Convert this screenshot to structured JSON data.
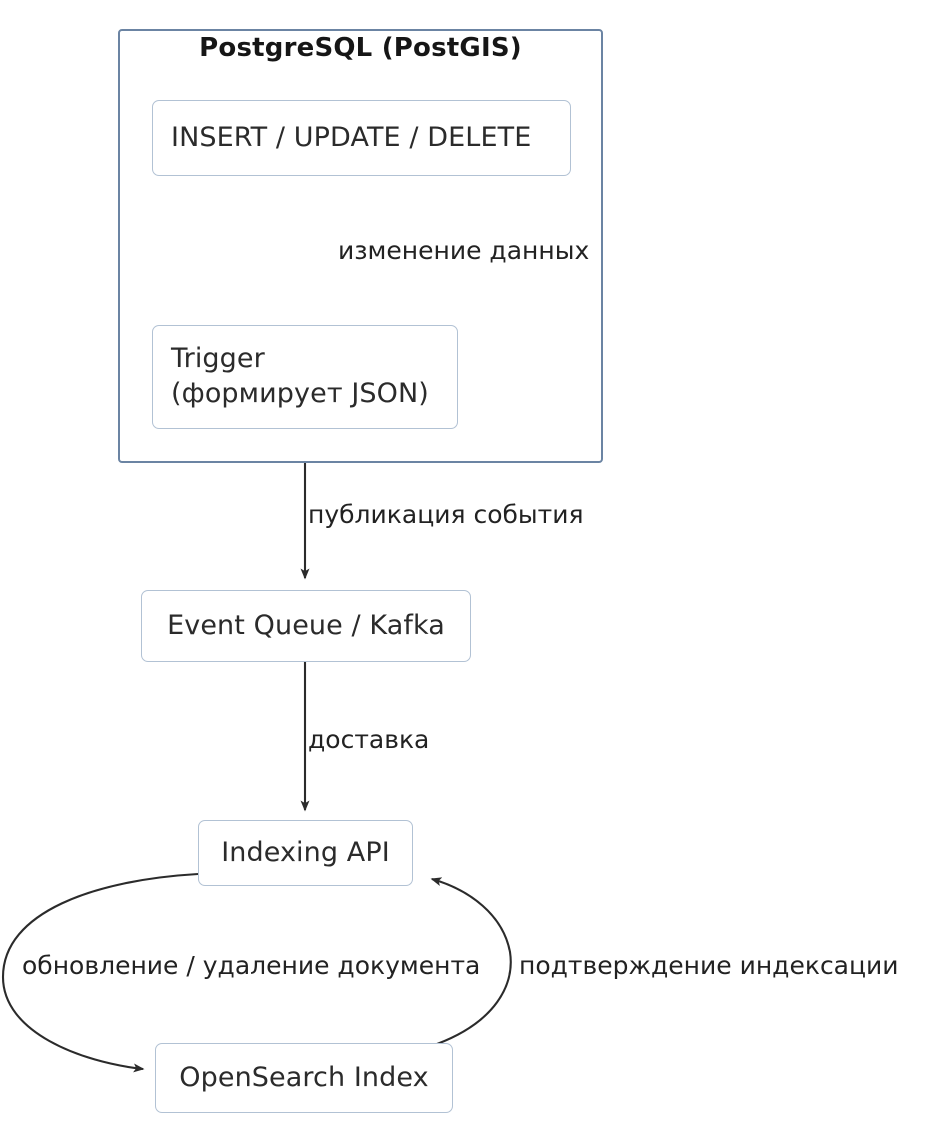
{
  "diagram": {
    "title": "PostgreSQL (PostGIS)",
    "type": "flowchart",
    "container": {
      "label": "PostgreSQL (PostGIS)",
      "border_color": "#6b84a3"
    },
    "node_border_color": "#b2c2d4",
    "edge_color": "#333333",
    "background": "#ffffff",
    "nodes": [
      {
        "id": "insert",
        "label": "INSERT / UPDATE / DELETE"
      },
      {
        "id": "trigger",
        "label": "Trigger\n(формирует JSON)"
      },
      {
        "id": "queue",
        "label": "Event Queue / Kafka"
      },
      {
        "id": "indexing",
        "label": "Indexing API"
      },
      {
        "id": "opensearch",
        "label": "OpenSearch Index"
      }
    ],
    "edges": [
      {
        "id": "e1",
        "from": "insert",
        "to": "trigger",
        "label": "изменение данных"
      },
      {
        "id": "e2",
        "from": "trigger",
        "to": "queue",
        "label": "публикация события"
      },
      {
        "id": "e3",
        "from": "queue",
        "to": "indexing",
        "label": "доставка"
      },
      {
        "id": "e4",
        "from": "indexing",
        "to": "opensearch",
        "label": "обновление / удаление документа"
      },
      {
        "id": "e5",
        "from": "opensearch",
        "to": "indexing",
        "label": "подтверждение индексации"
      }
    ]
  }
}
